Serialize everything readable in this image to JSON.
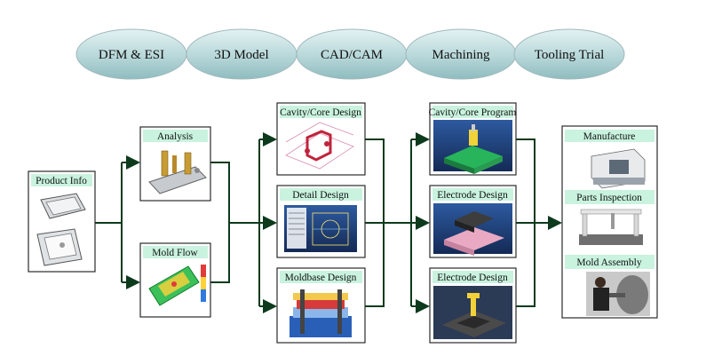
{
  "stages": [
    "DFM & ESI",
    "3D Model",
    "CAD/CAM",
    "Machining",
    "Tooling Trial"
  ],
  "boxes": {
    "product_info": "Product Info",
    "analysis": "Analysis",
    "mold_flow": "Mold Flow",
    "cavity_core_design": "Cavity/Core Design",
    "detail_design": "Detail Design",
    "moldbase_design": "Moldbase Design",
    "cavity_core_program": "Cavity/Core Program",
    "electrode_design_1": "Electrode Design",
    "electrode_design_2": "Electrode Design",
    "manufacture": "Manufacture",
    "parts_inspection": "Parts Inspection",
    "mold_assembly": "Mold Assembly"
  },
  "colors": {
    "pill": "#b7d7d9",
    "title_bg": "#c9f3df",
    "arrow": "#0d3a1d",
    "cad_blue": "#1f3f7a"
  }
}
